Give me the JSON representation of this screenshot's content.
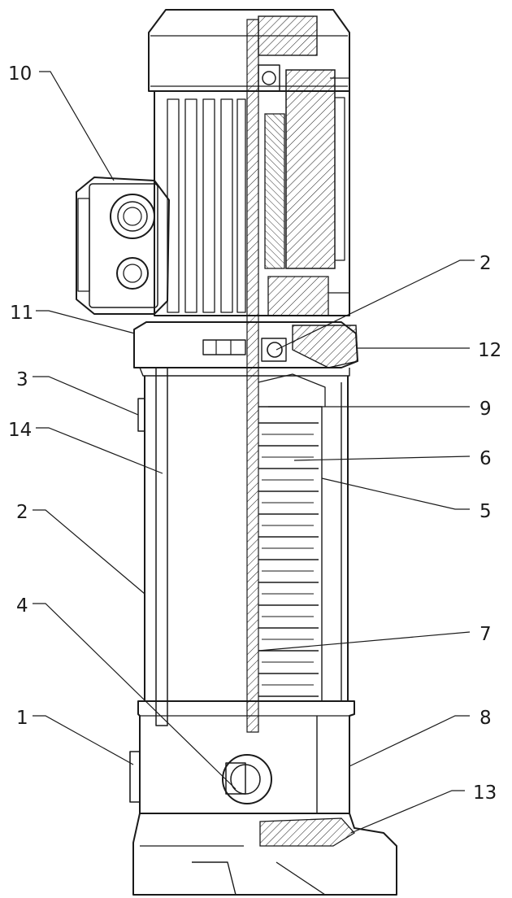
{
  "callouts": [
    {
      "id": "10",
      "label": "10"
    },
    {
      "id": "2-upper",
      "label": "2"
    },
    {
      "id": "11",
      "label": "11"
    },
    {
      "id": "12",
      "label": "12"
    },
    {
      "id": "3",
      "label": "3"
    },
    {
      "id": "9",
      "label": "9"
    },
    {
      "id": "14",
      "label": "14"
    },
    {
      "id": "6",
      "label": "6"
    },
    {
      "id": "5",
      "label": "5"
    },
    {
      "id": "2-lower",
      "label": "2"
    },
    {
      "id": "4",
      "label": "4"
    },
    {
      "id": "7",
      "label": "7"
    },
    {
      "id": "1",
      "label": "1"
    },
    {
      "id": "8",
      "label": "8"
    },
    {
      "id": "13",
      "label": "13"
    }
  ]
}
